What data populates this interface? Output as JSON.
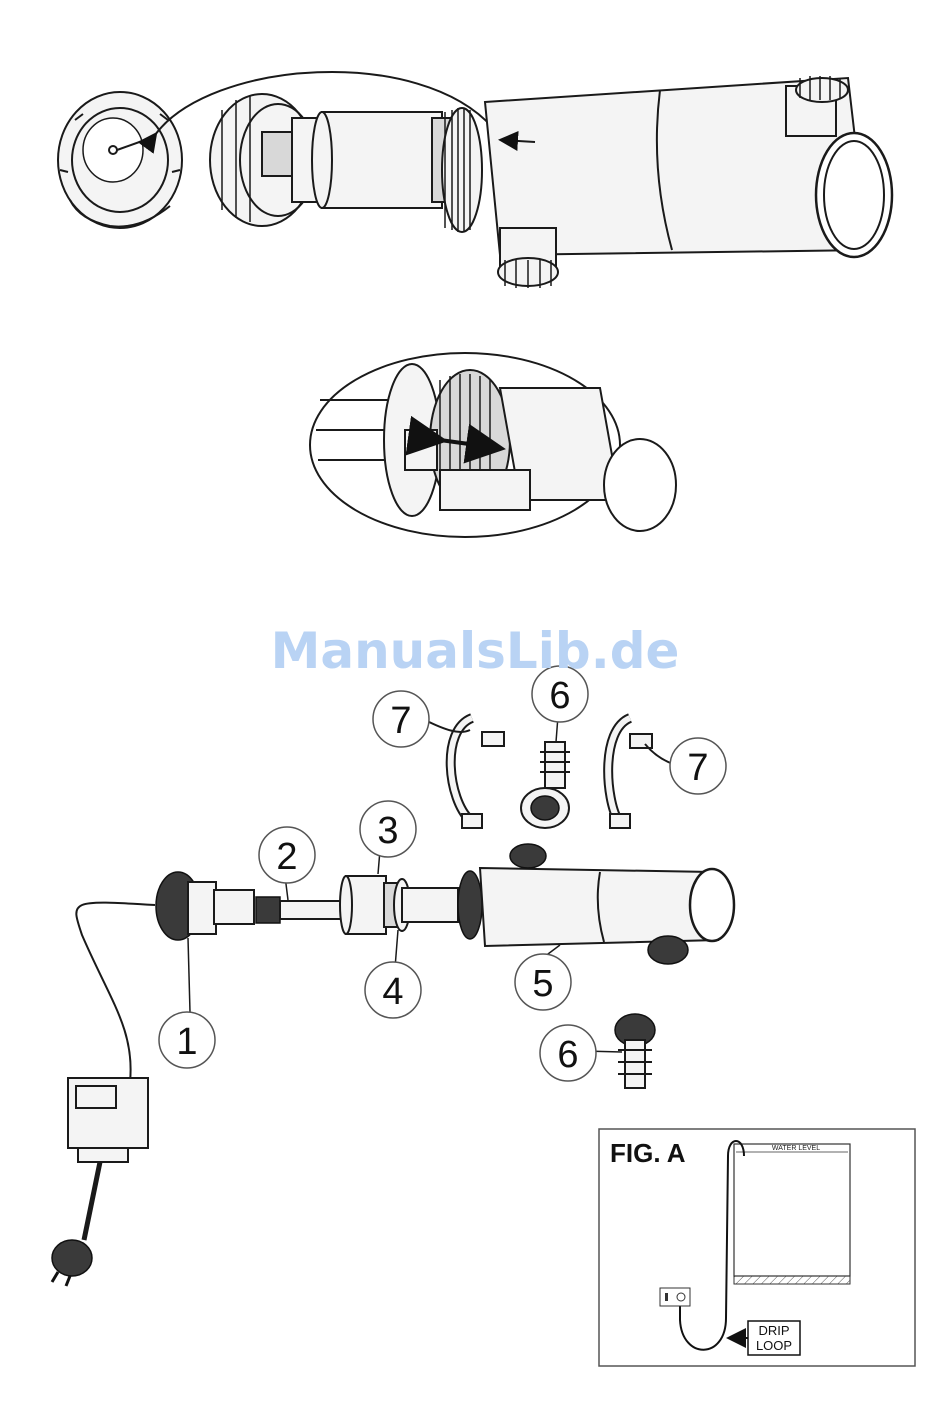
{
  "watermark": "ManualsLib.de",
  "callouts": {
    "c1": "1",
    "c2": "2",
    "c3": "3",
    "c4": "4",
    "c5": "5",
    "c6a": "6",
    "c6b": "6",
    "c7a": "7",
    "c7b": "7"
  },
  "figure_a": {
    "title": "FIG. A",
    "water_level": "WATER LEVEL",
    "drip_loop_line1": "DRIP",
    "drip_loop_line2": "LOOP"
  }
}
